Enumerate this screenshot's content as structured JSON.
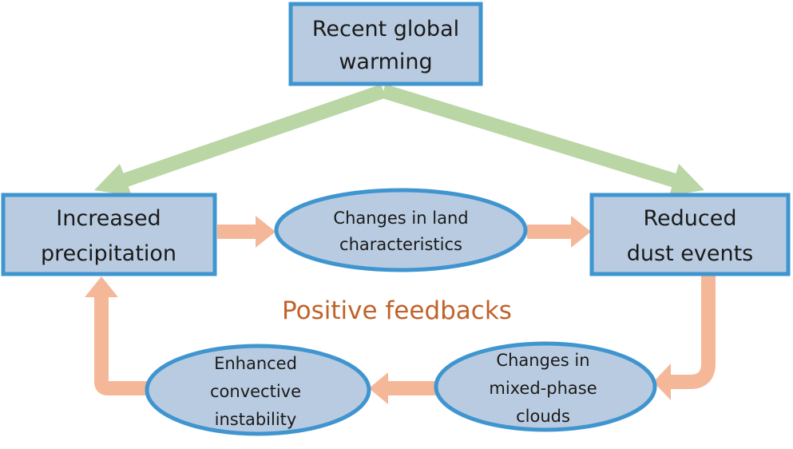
{
  "nodes": {
    "warming": {
      "lines": [
        "Recent global",
        "warming"
      ]
    },
    "precipitation": {
      "lines": [
        "Increased",
        "precipitation"
      ]
    },
    "dust": {
      "lines": [
        "Reduced",
        "dust events"
      ]
    },
    "land": {
      "lines": [
        "Changes in land",
        "characteristics"
      ]
    },
    "clouds": {
      "lines": [
        "Changes in",
        "mixed-phase",
        "clouds"
      ]
    },
    "convective": {
      "lines": [
        "Enhanced",
        "convective",
        "instability"
      ]
    }
  },
  "label": "Positive feedbacks",
  "colors": {
    "box_fill": "#b9cbe0",
    "box_stroke": "#3f95cf",
    "green_arrow": "#bad6a4",
    "orange_arrow": "#f4b899",
    "label": "#c0622a"
  }
}
